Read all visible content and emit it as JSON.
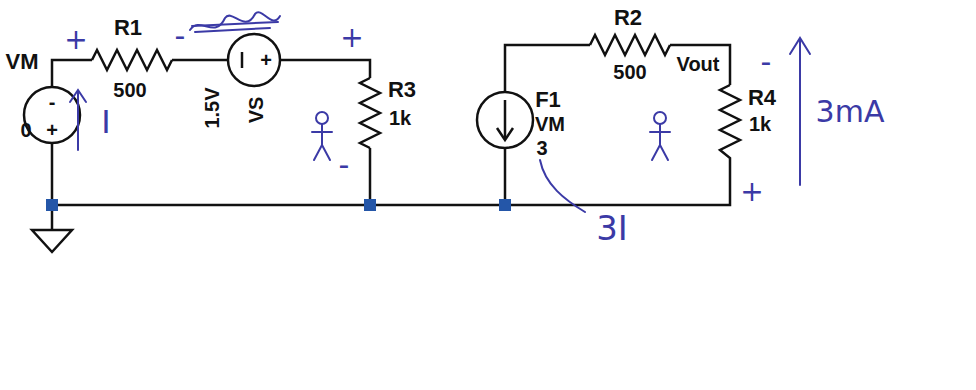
{
  "diagram": {
    "labels": [
      "VM",
      "-",
      "+",
      "0",
      "R1",
      "500",
      "1.5V",
      "+",
      "VS",
      "R3",
      "1k",
      "R2",
      "500",
      "Vout",
      "F1",
      "VM",
      "3",
      "R4",
      "1k",
      "+",
      "-",
      "I",
      "+",
      "-",
      "-",
      "+",
      "3mA",
      "3I"
    ]
  }
}
